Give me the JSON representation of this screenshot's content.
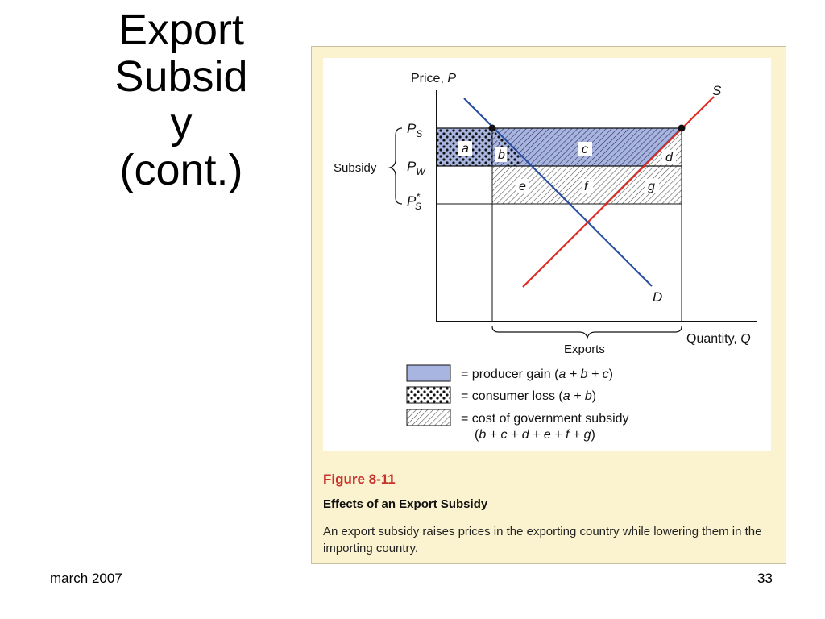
{
  "slide": {
    "title_lines": [
      "Export",
      "Subsid",
      "y",
      "(cont.)"
    ],
    "footer_left": "march 2007",
    "page_number": "33"
  },
  "figure": {
    "number": "Figure 8-11",
    "title": "Effects of an Export Subsidy",
    "body": "An export subsidy raises prices in the exporting country while lowering them in the importing country."
  },
  "diagram": {
    "y_axis_label": "Price,",
    "y_axis_symbol": "P",
    "x_axis_label": "Quantity,",
    "x_axis_symbol": "Q",
    "supply_label": "S",
    "demand_label": "D",
    "price_levels": [
      {
        "symbol": "P",
        "sub": "S",
        "sup": ""
      },
      {
        "symbol": "P",
        "sub": "W",
        "sup": ""
      },
      {
        "symbol": "P",
        "sub": "S",
        "sup": "*"
      }
    ],
    "subsidy_label": "Subsidy",
    "exports_label": "Exports",
    "areas": [
      "a",
      "b",
      "c",
      "d",
      "e",
      "f",
      "g"
    ],
    "colors": {
      "supply": "#e02a24",
      "demand": "#2a4fa0",
      "producer_fill": "#a8b5e0"
    },
    "legend": [
      {
        "swatch": "blue",
        "text": "= producer gain (",
        "vars": "a + b + c",
        "end": ")"
      },
      {
        "swatch": "dots",
        "text": "= consumer loss (",
        "vars": "a + b",
        "end": ")"
      },
      {
        "swatch": "hatch",
        "text": "= cost of government subsidy",
        "line2_open": "(",
        "line2_vars": "b + c + d + e + f + g",
        "line2_close": ")"
      }
    ]
  }
}
